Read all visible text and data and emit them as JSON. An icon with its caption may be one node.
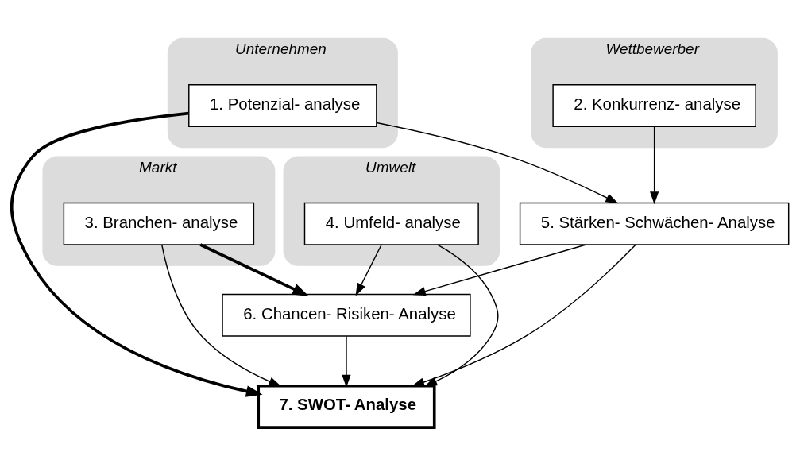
{
  "diagram": {
    "nodes": [
      {
        "text": [
          "Unternehmen"
        ]
      },
      {
        "text": [
          "1. Potenzial- analyse"
        ],
        "in": 0
      },
      {
        "text": [
          "Wettbewerber"
        ]
      },
      {
        "text": [
          "2. Konkurrenz- analyse"
        ],
        "in": 2
      },
      {
        "text": [
          "Markt"
        ]
      },
      {
        "text": [
          "3. Branchen- analyse"
        ],
        "in": 4
      },
      {
        "text": [
          "Umwelt"
        ]
      },
      {
        "text": [
          "4. Umfeld- analyse"
        ],
        "in": 6
      },
      {
        "text": [
          "5. Stärken- Schwächen- Analyse"
        ]
      },
      {
        "text": [
          "6. Chancen- Risiken- Analyse"
        ]
      },
      {
        "text": [
          "7. SWOT- Analyse"
        ]
      }
    ],
    "edges": [
      {
        "from": 1,
        "to": 10,
        "arrow": "to",
        "style": "thick"
      },
      {
        "from": 1,
        "to": 8,
        "arrow": "to"
      },
      {
        "from": 3,
        "to": 8,
        "arrow": "to"
      },
      {
        "from": 5,
        "to": 9,
        "arrow": "to",
        "style": "thick"
      },
      {
        "from": 8,
        "to": 9,
        "arrow": "to"
      },
      {
        "from": 7,
        "to": 9,
        "arrow": "to"
      },
      {
        "from": 8,
        "to": 10,
        "arrow": "to"
      },
      {
        "from": 9,
        "to": 10,
        "arrow": "to"
      },
      {
        "from": 5,
        "to": 10,
        "arrow": "to"
      },
      {
        "from": 7,
        "to": 10,
        "arrow": "to"
      }
    ]
  }
}
